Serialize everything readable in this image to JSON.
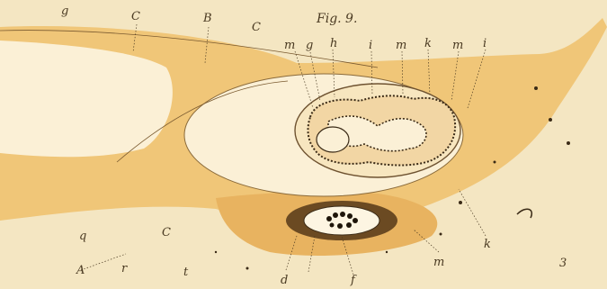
{
  "figure": {
    "title": "Fig. 9."
  },
  "labels": {
    "g_top_left": "g",
    "C_left": "C",
    "B": "B",
    "C_mid": "C",
    "m_1": "m",
    "g_2": "g",
    "h": "h",
    "i_1": "i",
    "m_2": "m",
    "k_top": "k",
    "m_3": "m",
    "i_2": "i",
    "q_left": "q",
    "C_bottom": "C",
    "A": "A",
    "r": "r",
    "t": "t",
    "d": "d",
    "f": "f",
    "m_bottom": "m",
    "k_bottom": "k",
    "num_3": "3"
  },
  "colors": {
    "paper": "#f4e6c2",
    "tissue": "#eebf6b",
    "tissue_dark": "#e2a94f",
    "cavity": "#fbf0d6",
    "ink": "#4a3a22"
  }
}
